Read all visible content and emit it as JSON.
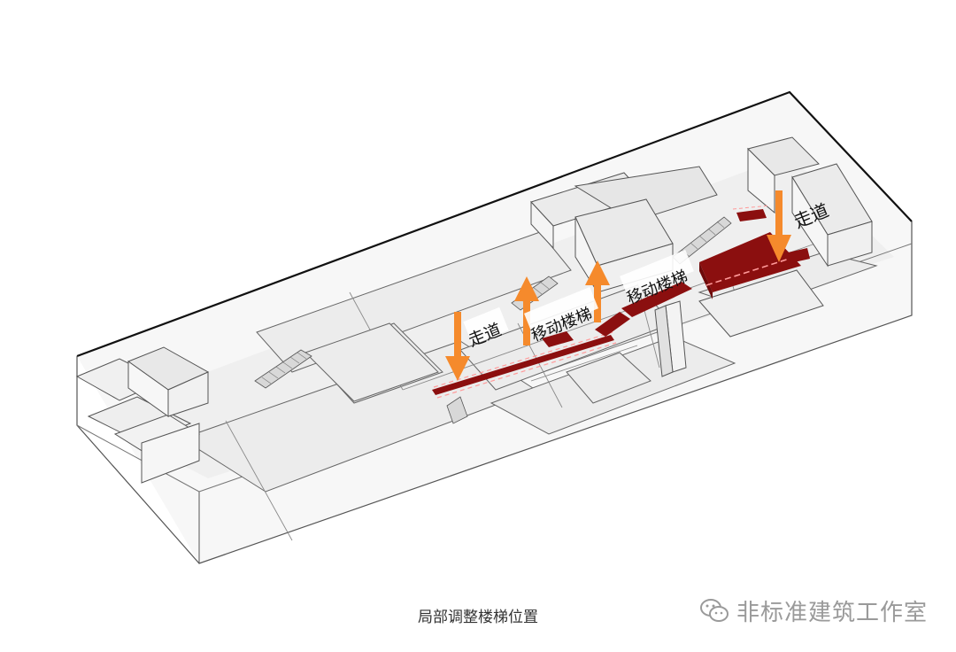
{
  "caption": "局部调整楼梯位置",
  "watermark": {
    "text": "非标准建筑工作室",
    "icon": "wechat-icon"
  },
  "labels": {
    "corridor_left": "走道",
    "escalator_left": "移动楼梯",
    "escalator_right": "移动楼梯",
    "corridor_right": "走道"
  },
  "colors": {
    "highlight": "#8b0f0f",
    "arrow": "#f58a2c",
    "dash": "#ff9a9a",
    "volume_fill": "#f2f2f2",
    "top_fill": "#e9e9e9",
    "line": "#3a3a3a"
  },
  "icons": [
    "wechat-icon",
    "arrow-down-icon",
    "arrow-up-icon"
  ]
}
